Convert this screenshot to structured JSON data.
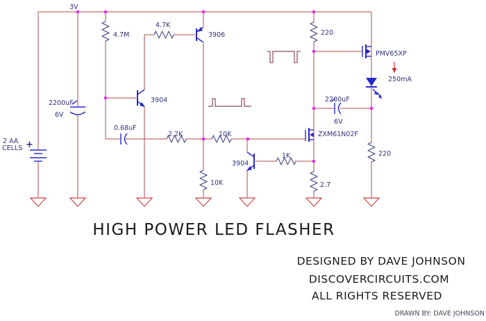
{
  "title": "HIGH POWER LED FLASHER",
  "schematic": {
    "power_label": "3V",
    "battery": {
      "plus": "+",
      "line1": "2 AA",
      "line2": "CELLS"
    },
    "cap_left": {
      "value": "2200uF",
      "voltage": "6V"
    },
    "r_4_7m": "4.7M",
    "r_4_7k": "4.7K",
    "q1": "3904",
    "q2": "3906",
    "q3": "3904",
    "c_068": "0.68uF",
    "r_2_2k": "2.2K",
    "r_10k_h": "10K",
    "r_10k_v": "10K",
    "r_1k": "1K",
    "r_2_7": "2.7",
    "r_220_top": "220",
    "r_220_right": "220",
    "pfet": "PMV65XP",
    "nfet": "ZXM61N02F",
    "cap_right": {
      "value": "2200uF",
      "voltage": "6V"
    },
    "led_current": "250mA"
  },
  "credits": {
    "designed": "DESIGNED BY DAVE JOHNSON",
    "site": "DISCOVERCIRCUITS.COM",
    "rights": "ALL RIGHTS RESERVED",
    "drawn_by": "DRAWN BY: DAVE JOHNSON"
  },
  "colors": {
    "wire": "#b04a4a",
    "symbol": "#2828c8",
    "resistor": "#5c5c96",
    "junction": "#e02ce0",
    "ground": "#cc4444",
    "label": "#31317e",
    "waveform": "#8e4a66",
    "annotation": "#cc3333",
    "title": "#1a1a1a"
  }
}
